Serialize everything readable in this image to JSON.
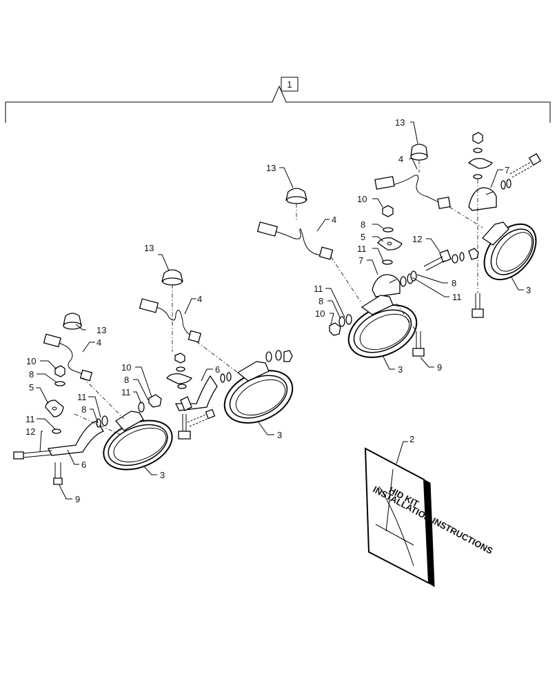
{
  "kit_label": "1",
  "callouts": {
    "c13a": "13",
    "c4a": "4",
    "c10a": "10",
    "c8a": "8",
    "c5a": "5",
    "c11a": "11",
    "c12a": "12",
    "c6a": "6",
    "c9a": "9",
    "c3a": "3",
    "c13b": "13",
    "c4b": "4",
    "c10b": "10",
    "c8b": "8",
    "c11b": "11",
    "c11b2": "11",
    "c8b2": "8",
    "c6b": "6",
    "c3b": "3",
    "c13c": "13",
    "c4c": "4",
    "c10c": "10",
    "c8c": "8",
    "c5c": "5",
    "c11c": "11",
    "c7c": "7",
    "c11c2": "11",
    "c8c2": "8",
    "c10c2": "10",
    "c3c": "3",
    "c9c": "9",
    "c13d": "13",
    "c4d": "4",
    "c7d": "7",
    "c12d": "12",
    "c8d": "8",
    "c11d": "11",
    "c3d": "3",
    "c2": "2"
  },
  "manual": {
    "line1": "HID KIT",
    "line2": "INSTALLATION INSTRUCTIONS"
  }
}
